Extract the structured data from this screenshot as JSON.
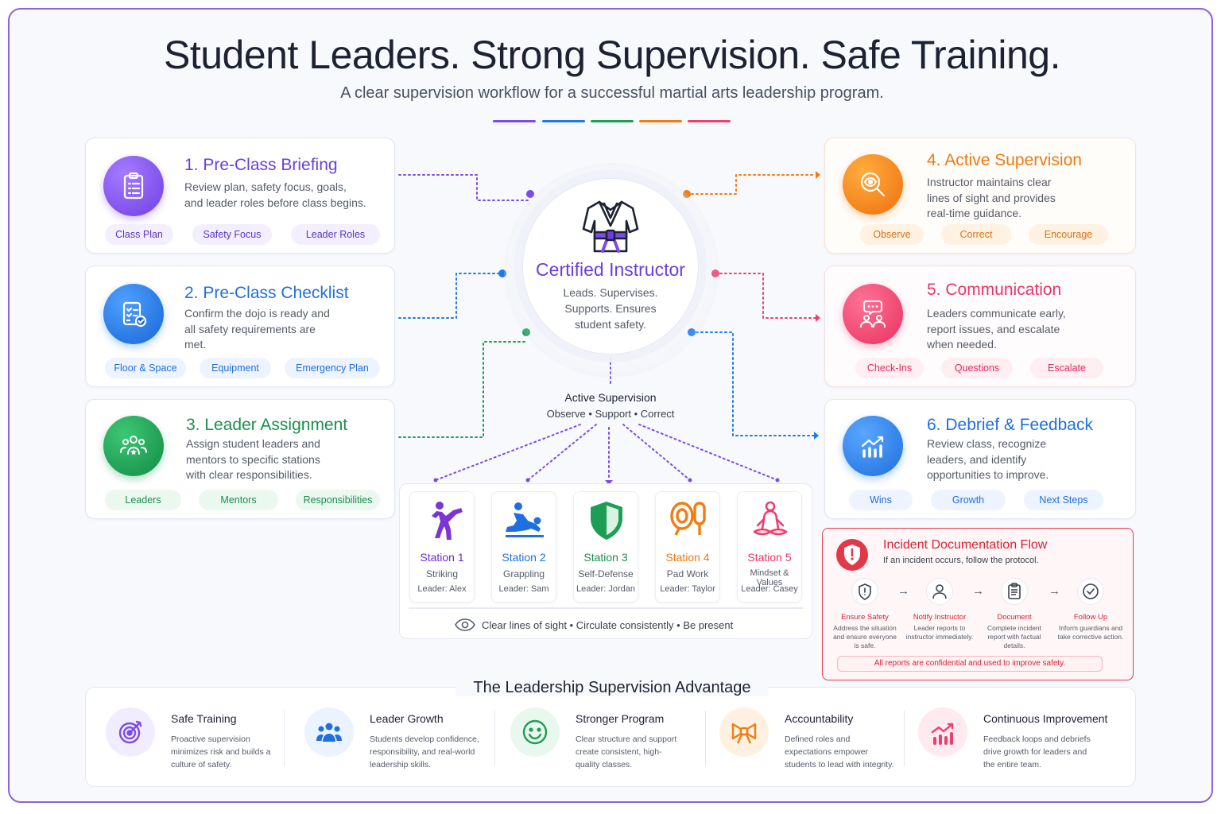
{
  "header": {
    "title": "Student Leaders. Strong Supervision. Safe Training.",
    "subtitle": "A clear supervision workflow for a successful martial arts leadership program."
  },
  "colors": {
    "purple": "#7b4ce8",
    "blue": "#1f7ae8",
    "green": "#1e9e55",
    "orange": "#f07d14",
    "pink": "#ef3e6e",
    "red": "#e2394a"
  },
  "steps": [
    {
      "title": "1. Pre-Class Briefing",
      "desc": "Review plan, safety focus, goals, and leader roles before class begins.",
      "icon": "clipboard-icon",
      "chips": [
        "Class Plan",
        "Safety Focus",
        "Leader Roles"
      ]
    },
    {
      "title": "2. Pre-Class Checklist",
      "desc": "Confirm the dojo is ready and all safety requirements are met.",
      "icon": "checklist-icon",
      "chips": [
        "Floor & Space",
        "Equipment",
        "Emergency Plan"
      ]
    },
    {
      "title": "3. Leader Assignment",
      "desc": "Assign student leaders and mentors to specific stations with clear responsibilities.",
      "icon": "team-icon",
      "chips": [
        "Leaders",
        "Mentors",
        "Responsibilities"
      ]
    },
    {
      "title": "4. Active Supervision",
      "desc": "Instructor maintains clear lines of sight and provides real-time guidance.",
      "icon": "magnifier-eye-icon",
      "chips": [
        "Observe",
        "Correct",
        "Encourage"
      ]
    },
    {
      "title": "5. Communication",
      "desc": "Leaders communicate early, report issues, and escalate when needed.",
      "icon": "chat-people-icon",
      "chips": [
        "Check-Ins",
        "Questions",
        "Escalate"
      ]
    },
    {
      "title": "6. Debrief & Feedback",
      "desc": "Review class, recognize leaders, and identify opportunities to improve.",
      "icon": "bar-chart-icon",
      "chips": [
        "Wins",
        "Growth",
        "Next Steps"
      ]
    }
  ],
  "center": {
    "title": "Certified Instructor",
    "desc": "Leads. Supervises. Supports. Ensures student safety.",
    "icon": "gi-uniform-icon",
    "supervision_title": "Active Supervision",
    "supervision_sub": "Observe • Support • Correct"
  },
  "stations": [
    {
      "name": "Station 1",
      "focus": "Striking",
      "leader": "Leader: Alex",
      "icon": "kick-icon"
    },
    {
      "name": "Station 2",
      "focus": "Grappling",
      "leader": "Leader: Sam",
      "icon": "grapple-icon"
    },
    {
      "name": "Station 3",
      "focus": "Self-Defense",
      "leader": "Leader: Jordan",
      "icon": "shield-icon"
    },
    {
      "name": "Station 4",
      "focus": "Pad Work",
      "leader": "Leader: Taylor",
      "icon": "pads-icon"
    },
    {
      "name": "Station 5",
      "focus": "Mindset & Values",
      "leader": "Leader: Casey",
      "icon": "meditation-icon"
    }
  ],
  "stations_footer": "Clear lines of sight • Circulate consistently • Be present",
  "incident": {
    "title": "Incident Documentation Flow",
    "subtitle": "If an incident occurs, follow the protocol.",
    "steps": [
      {
        "label": "Ensure Safety",
        "desc": "Address the situation and ensure everyone is safe.",
        "icon": "shield-alert-icon"
      },
      {
        "label": "Notify Instructor",
        "desc": "Leader reports to instructor immediately.",
        "icon": "person-icon"
      },
      {
        "label": "Document",
        "desc": "Complete incident report with factual details.",
        "icon": "report-icon"
      },
      {
        "label": "Follow Up",
        "desc": "Inform guardians and take corrective action.",
        "icon": "check-circle-icon"
      }
    ],
    "note": "All reports are confidential and used to improve safety."
  },
  "advantage": {
    "title": "The Leadership Supervision Advantage",
    "items": [
      {
        "title": "Safe Training",
        "desc": "Proactive supervision minimizes risk and builds a culture of safety.",
        "icon": "target-icon"
      },
      {
        "title": "Leader Growth",
        "desc": "Students develop confidence, responsibility, and real-world leadership skills.",
        "icon": "group-icon"
      },
      {
        "title": "Stronger Program",
        "desc": "Clear structure and support create consistent, high-quality classes.",
        "icon": "smile-icon"
      },
      {
        "title": "Accountability",
        "desc": "Defined roles and expectations empower students to lead with integrity.",
        "icon": "belt-knot-icon"
      },
      {
        "title": "Continuous Improvement",
        "desc": "Feedback loops and debriefs drive growth for leaders and the entire team.",
        "icon": "growth-chart-icon"
      }
    ]
  }
}
